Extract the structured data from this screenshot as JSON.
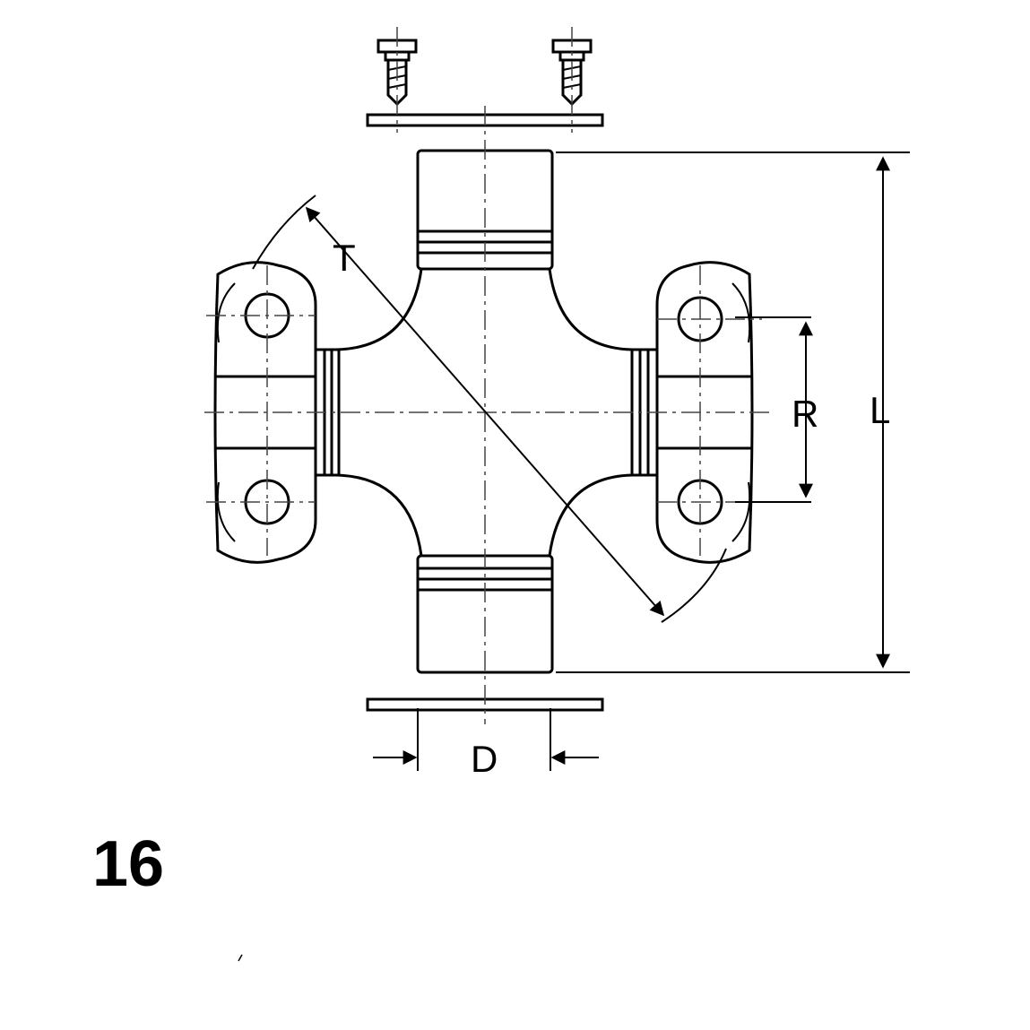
{
  "diagram": {
    "labels": {
      "T": "T",
      "R": "R",
      "L": "L",
      "D": "D"
    },
    "figure_number": "16",
    "colors": {
      "line": "#000000",
      "fill": "#ffffff",
      "centerline": "#444444"
    }
  }
}
